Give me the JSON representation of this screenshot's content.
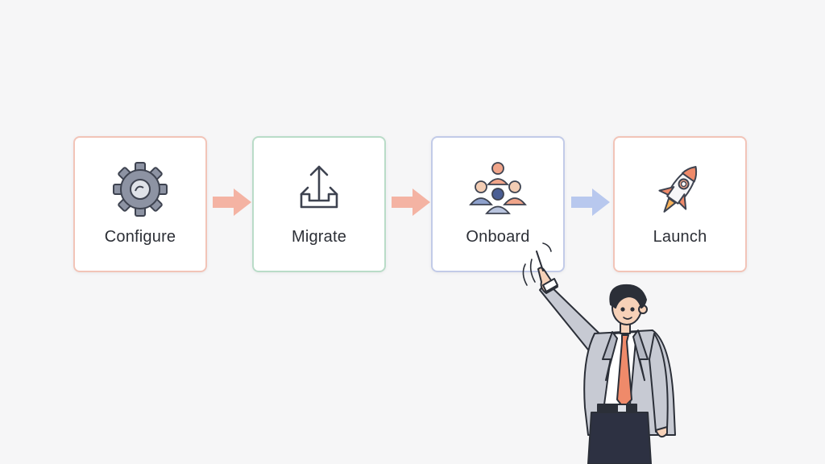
{
  "steps": [
    {
      "label": "Configure",
      "icon": "gear-icon",
      "border_color": "#f2c4b8"
    },
    {
      "label": "Migrate",
      "icon": "upload-tray-icon",
      "border_color": "#b9dcc8"
    },
    {
      "label": "Onboard",
      "icon": "team-icon",
      "border_color": "#c2cbe8"
    },
    {
      "label": "Launch",
      "icon": "rocket-icon",
      "border_color": "#f2c4b8"
    }
  ],
  "arrows": [
    {
      "color": "#f4b3a3"
    },
    {
      "color": "#f4b3a3"
    },
    {
      "color": "#b8c8ee"
    }
  ],
  "presenter": {
    "icon": "businessman-pointing-illustration"
  }
}
